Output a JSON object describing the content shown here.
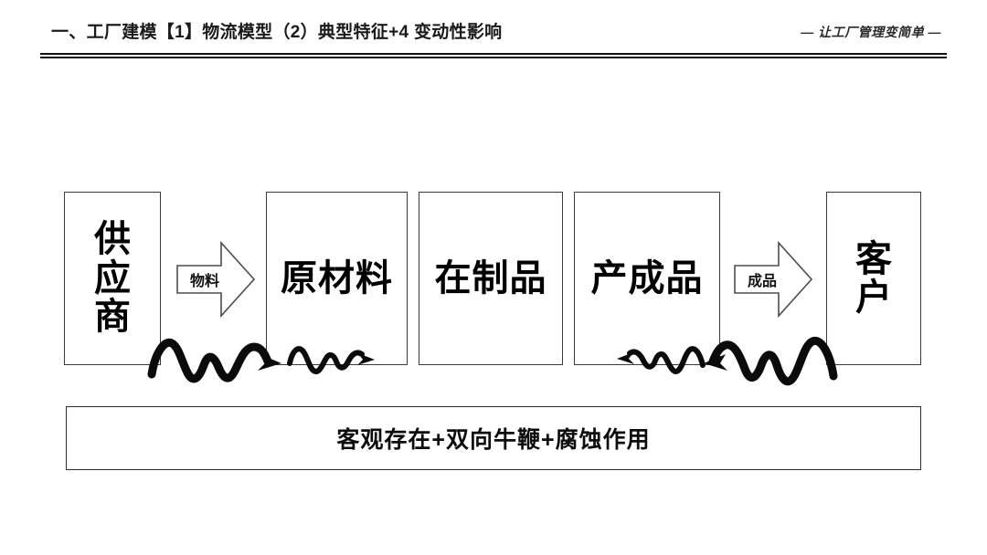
{
  "header": {
    "title": "一、工厂建模【1】物流模型（2）典型特征+4 变动性影响",
    "slogan": "— 让工厂管理变简单 —"
  },
  "diagram": {
    "stages": [
      {
        "id": "supplier",
        "label": "供\n应\n商",
        "orientation": "vertical"
      },
      {
        "id": "raw-material",
        "label": "原材料",
        "orientation": "horizontal"
      },
      {
        "id": "wip",
        "label": "在制品",
        "orientation": "horizontal"
      },
      {
        "id": "finished",
        "label": "产成品",
        "orientation": "horizontal"
      },
      {
        "id": "customer",
        "label": "客\n户",
        "orientation": "vertical"
      }
    ],
    "flow_arrows": [
      {
        "id": "material-arrow",
        "label": "物料",
        "direction": "right"
      },
      {
        "id": "product-arrow",
        "label": "成品",
        "direction": "right"
      }
    ],
    "bullwhip_arrows": [
      {
        "id": "bullwhip-1",
        "direction": "right",
        "size": "large"
      },
      {
        "id": "bullwhip-2",
        "direction": "right",
        "size": "small"
      },
      {
        "id": "bullwhip-3",
        "direction": "left",
        "size": "small"
      },
      {
        "id": "bullwhip-4",
        "direction": "left",
        "size": "large"
      }
    ]
  },
  "summary": {
    "text": "客观存在+双向牛鞭+腐蚀作用"
  },
  "colors": {
    "ink": "#111111",
    "box_border": "#3a3a3a",
    "arrow_outline": "#555555",
    "background": "#ffffff"
  }
}
